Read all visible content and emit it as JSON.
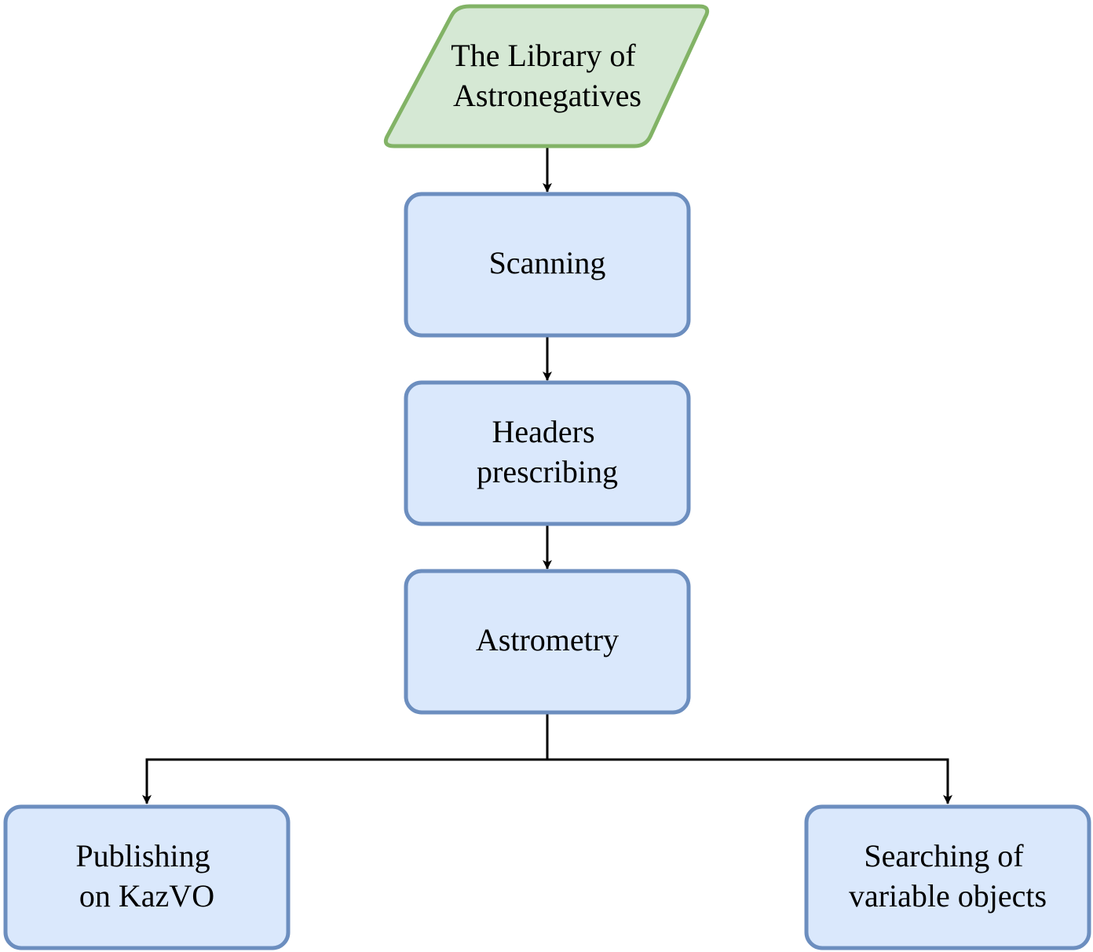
{
  "colors": {
    "input_fill": "#d5e8d4",
    "input_stroke": "#82b366",
    "process_fill": "#dae8fc",
    "process_stroke": "#6c8ebf",
    "edge": "#000000"
  },
  "nodes": {
    "library": {
      "shape": "parallelogram",
      "lines": [
        "The Library of",
        "Astronegatives"
      ]
    },
    "scanning": {
      "shape": "rounded-rectangle",
      "lines": [
        "Scanning"
      ]
    },
    "headers": {
      "shape": "rounded-rectangle",
      "lines": [
        "Headers",
        "prescribing"
      ]
    },
    "astrometry": {
      "shape": "rounded-rectangle",
      "lines": [
        "Astrometry"
      ]
    },
    "publishing": {
      "shape": "rounded-rectangle",
      "lines": [
        "Publishing",
        "on KazVO"
      ]
    },
    "searching": {
      "shape": "rounded-rectangle",
      "lines": [
        "Searching of",
        "variable objects"
      ]
    }
  },
  "edges": [
    {
      "from": "library",
      "to": "scanning"
    },
    {
      "from": "scanning",
      "to": "headers"
    },
    {
      "from": "headers",
      "to": "astrometry"
    },
    {
      "from": "astrometry",
      "to": "publishing"
    },
    {
      "from": "astrometry",
      "to": "searching"
    }
  ]
}
